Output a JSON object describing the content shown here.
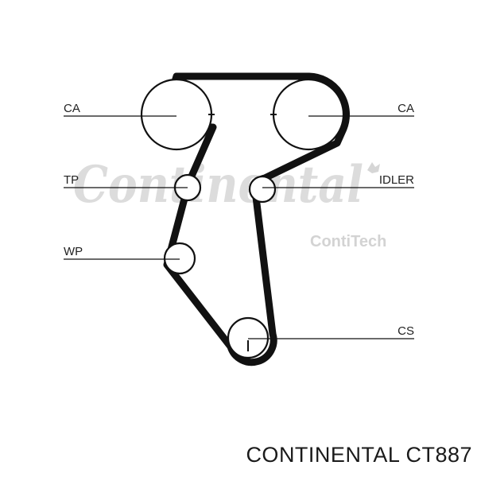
{
  "watermark": {
    "brand": "Continental",
    "sub_brand": "ContiTech",
    "logo_icon": "horse-icon"
  },
  "labels": {
    "ca_left": "CA",
    "ca_right": "CA",
    "tp": "TP",
    "idler": "IDLER",
    "wp": "WP",
    "cs": "CS"
  },
  "caption": "CONTINENTAL CT887",
  "colors": {
    "belt": "#111111",
    "watermark": "#dcdcdc",
    "text": "#222222"
  }
}
